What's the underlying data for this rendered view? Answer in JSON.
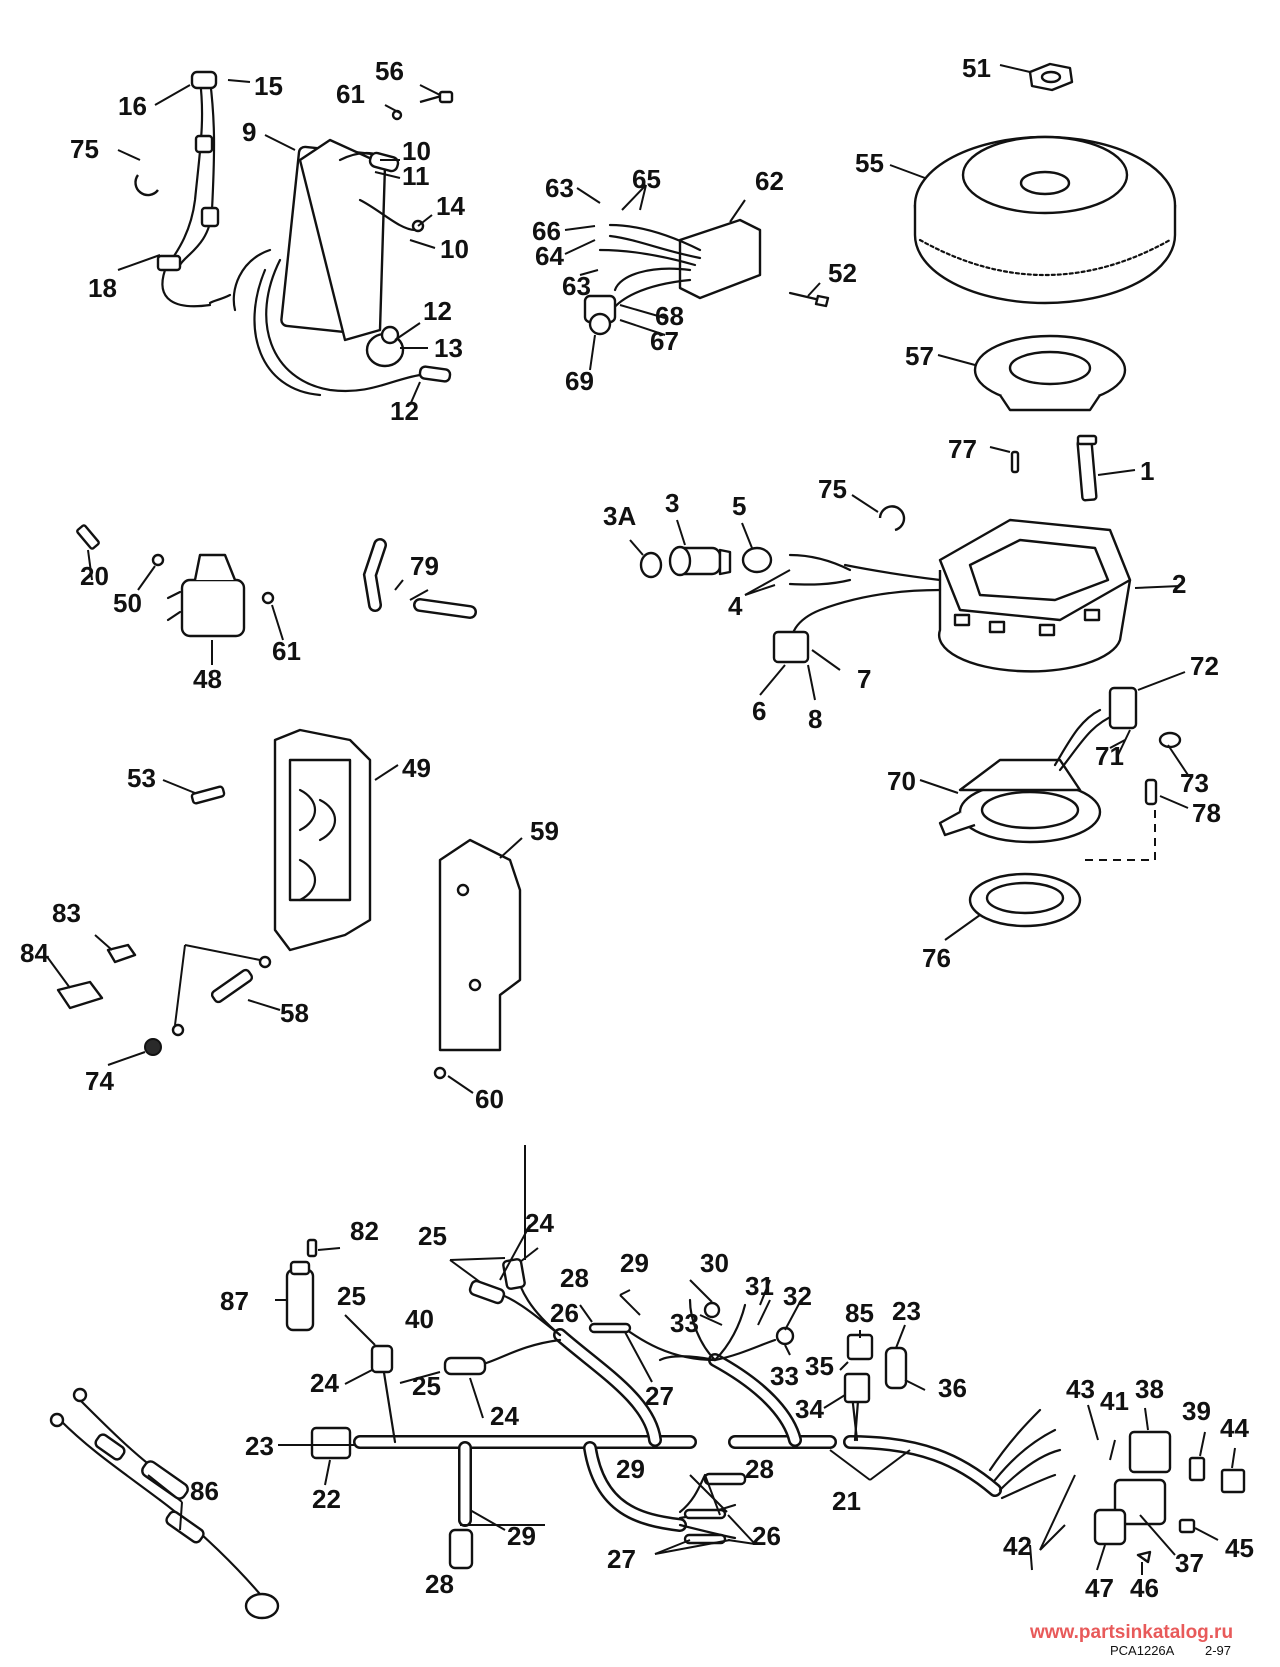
{
  "labels": {
    "l1": "1",
    "l2": "2",
    "l3": "3",
    "l3a": "3A",
    "l4": "4",
    "l5": "5",
    "l6": "6",
    "l7": "7",
    "l8": "8",
    "l9": "9",
    "l10a": "10",
    "l10b": "10",
    "l11": "11",
    "l12a": "12",
    "l12b": "12",
    "l13": "13",
    "l14": "14",
    "l15": "15",
    "l16": "16",
    "l18": "18",
    "l20": "20",
    "l21": "21",
    "l22": "22",
    "l23a": "23",
    "l23b": "23",
    "l24a": "24",
    "l24b": "24",
    "l24c": "24",
    "l25a": "25",
    "l25b": "25",
    "l25c": "25",
    "l26a": "26",
    "l26b": "26",
    "l27a": "27",
    "l27b": "27",
    "l28a": "28",
    "l28b": "28",
    "l28c": "28",
    "l29a": "29",
    "l29b": "29",
    "l29c": "29",
    "l30": "30",
    "l31": "31",
    "l32": "32",
    "l33a": "33",
    "l33b": "33",
    "l34": "34",
    "l35": "35",
    "l36": "36",
    "l37": "37",
    "l38": "38",
    "l39": "39",
    "l40": "40",
    "l41": "41",
    "l42": "42",
    "l43": "43",
    "l44": "44",
    "l45": "45",
    "l46": "46",
    "l47": "47",
    "l48": "48",
    "l49": "49",
    "l50": "50",
    "l51": "51",
    "l52": "52",
    "l53": "53",
    "l55": "55",
    "l56": "56",
    "l57": "57",
    "l58": "58",
    "l59": "59",
    "l60": "60",
    "l61a": "61",
    "l61b": "61",
    "l62": "62",
    "l63a": "63",
    "l63b": "63",
    "l64": "64",
    "l65": "65",
    "l66": "66",
    "l67": "67",
    "l68": "68",
    "l69": "69",
    "l70": "70",
    "l71": "71",
    "l72": "72",
    "l73": "73",
    "l74": "74",
    "l75a": "75",
    "l75b": "75",
    "l76": "76",
    "l77": "77",
    "l78": "78",
    "l79": "79",
    "l82": "82",
    "l83": "83",
    "l84": "84",
    "l85": "85",
    "l86": "86",
    "l87": "87"
  },
  "footer": {
    "code": "PCA1226A",
    "date": "2-97",
    "watermark": "www.partsinkatalog.ru"
  }
}
